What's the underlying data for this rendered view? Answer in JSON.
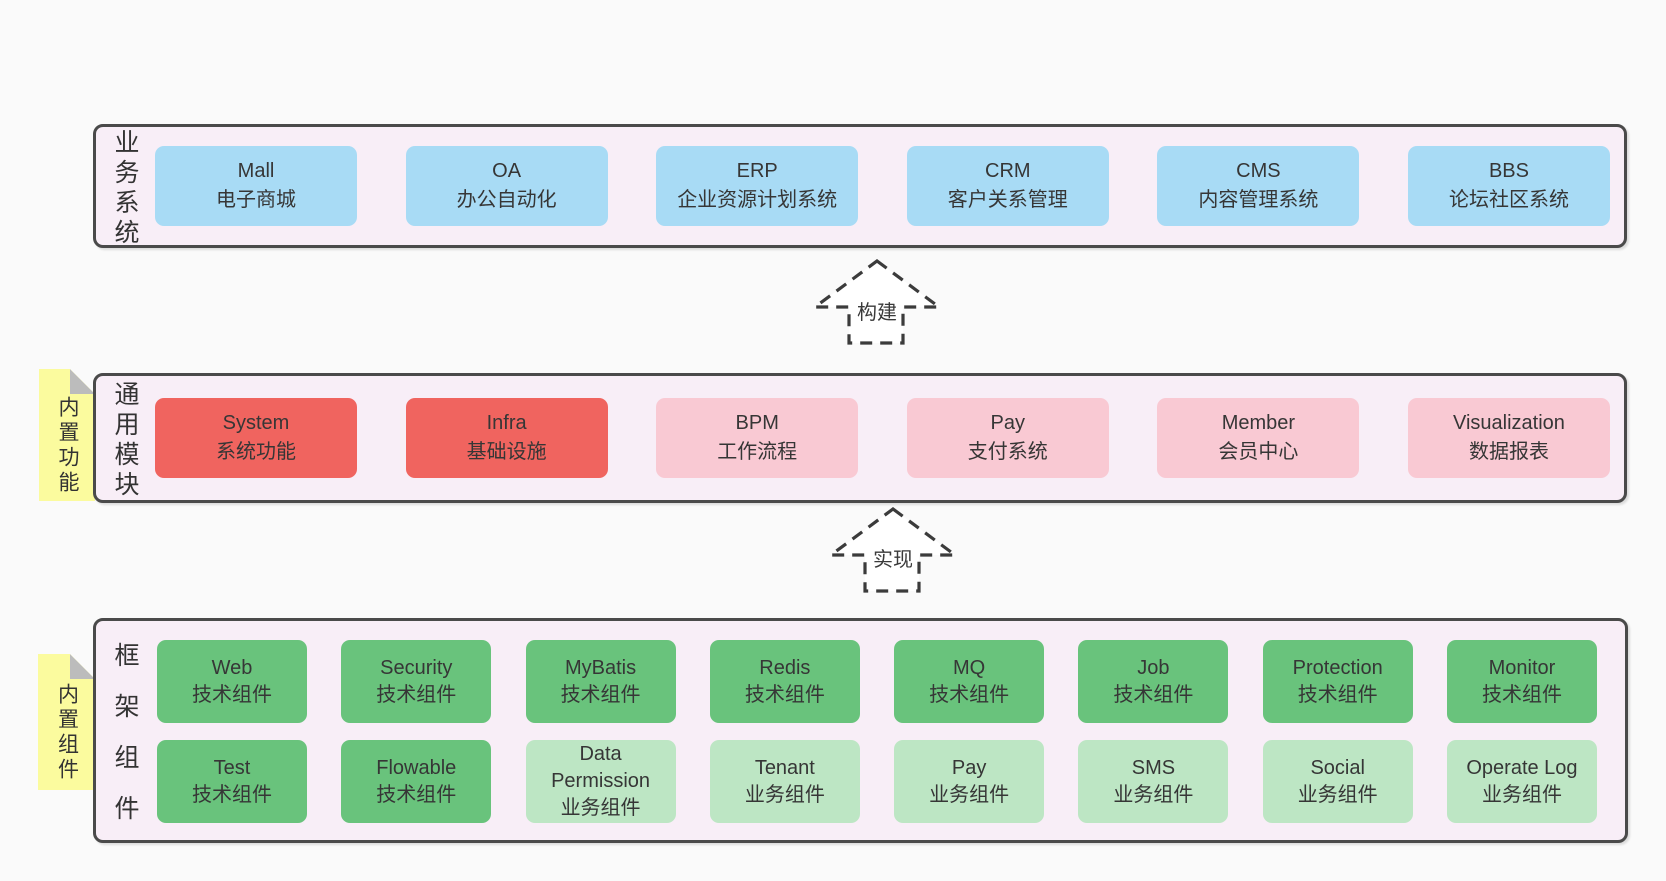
{
  "page": {
    "background": "#fafafa"
  },
  "palette": {
    "page-bg": "#fafafa",
    "band-bg": "#f8eef7",
    "band-border": "#4a4a4a",
    "blue": "#a8dbf5",
    "red": "#f0645f",
    "pink": "#f9c9d3",
    "green": "#69c37c",
    "green-light": "#bde6c4",
    "note-yellow": "#fbfb9e",
    "note-fold": "#bcbcbc",
    "text": "#363636",
    "arrow-stroke": "#3b3b3b"
  },
  "diagram": {
    "bands": [
      {
        "label": "业务系统",
        "items": [
          {
            "title": "Mall",
            "subtitle": "电子商城"
          },
          {
            "title": "OA",
            "subtitle": "办公自动化"
          },
          {
            "title": "ERP",
            "subtitle": "企业资源计划系统"
          },
          {
            "title": "CRM",
            "subtitle": "客户关系管理"
          },
          {
            "title": "CMS",
            "subtitle": "内容管理系统"
          },
          {
            "title": "BBS",
            "subtitle": "论坛社区系统"
          }
        ]
      },
      {
        "label": "通用模块",
        "note": "内置功能",
        "items": [
          {
            "title": "System",
            "subtitle": "系统功能"
          },
          {
            "title": "Infra",
            "subtitle": "基础设施"
          },
          {
            "title": "BPM",
            "subtitle": "工作流程"
          },
          {
            "title": "Pay",
            "subtitle": "支付系统"
          },
          {
            "title": "Member",
            "subtitle": "会员中心"
          },
          {
            "title": "Visualization",
            "subtitle": "数据报表"
          }
        ]
      },
      {
        "label": "框架组件",
        "note": "内置组件",
        "rows": [
          [
            {
              "title": "Web",
              "subtitle": "技术组件"
            },
            {
              "title": "Security",
              "subtitle": "技术组件"
            },
            {
              "title": "MyBatis",
              "subtitle": "技术组件"
            },
            {
              "title": "Redis",
              "subtitle": "技术组件"
            },
            {
              "title": "MQ",
              "subtitle": "技术组件"
            },
            {
              "title": "Job",
              "subtitle": "技术组件"
            },
            {
              "title": "Protection",
              "subtitle": "技术组件"
            },
            {
              "title": "Monitor",
              "subtitle": "技术组件"
            }
          ],
          [
            {
              "title": "Test",
              "subtitle": "技术组件"
            },
            {
              "title": "Flowable",
              "subtitle": "技术组件"
            },
            {
              "title": "Data Permission",
              "subtitle": "业务组件"
            },
            {
              "title": "Tenant",
              "subtitle": "业务组件"
            },
            {
              "title": "Pay",
              "subtitle": "业务组件"
            },
            {
              "title": "SMS",
              "subtitle": "业务组件"
            },
            {
              "title": "Social",
              "subtitle": "业务组件"
            },
            {
              "title": "Operate Log",
              "subtitle": "业务组件"
            }
          ]
        ]
      }
    ],
    "arrows": [
      {
        "label": "构建"
      },
      {
        "label": "实现"
      }
    ]
  }
}
